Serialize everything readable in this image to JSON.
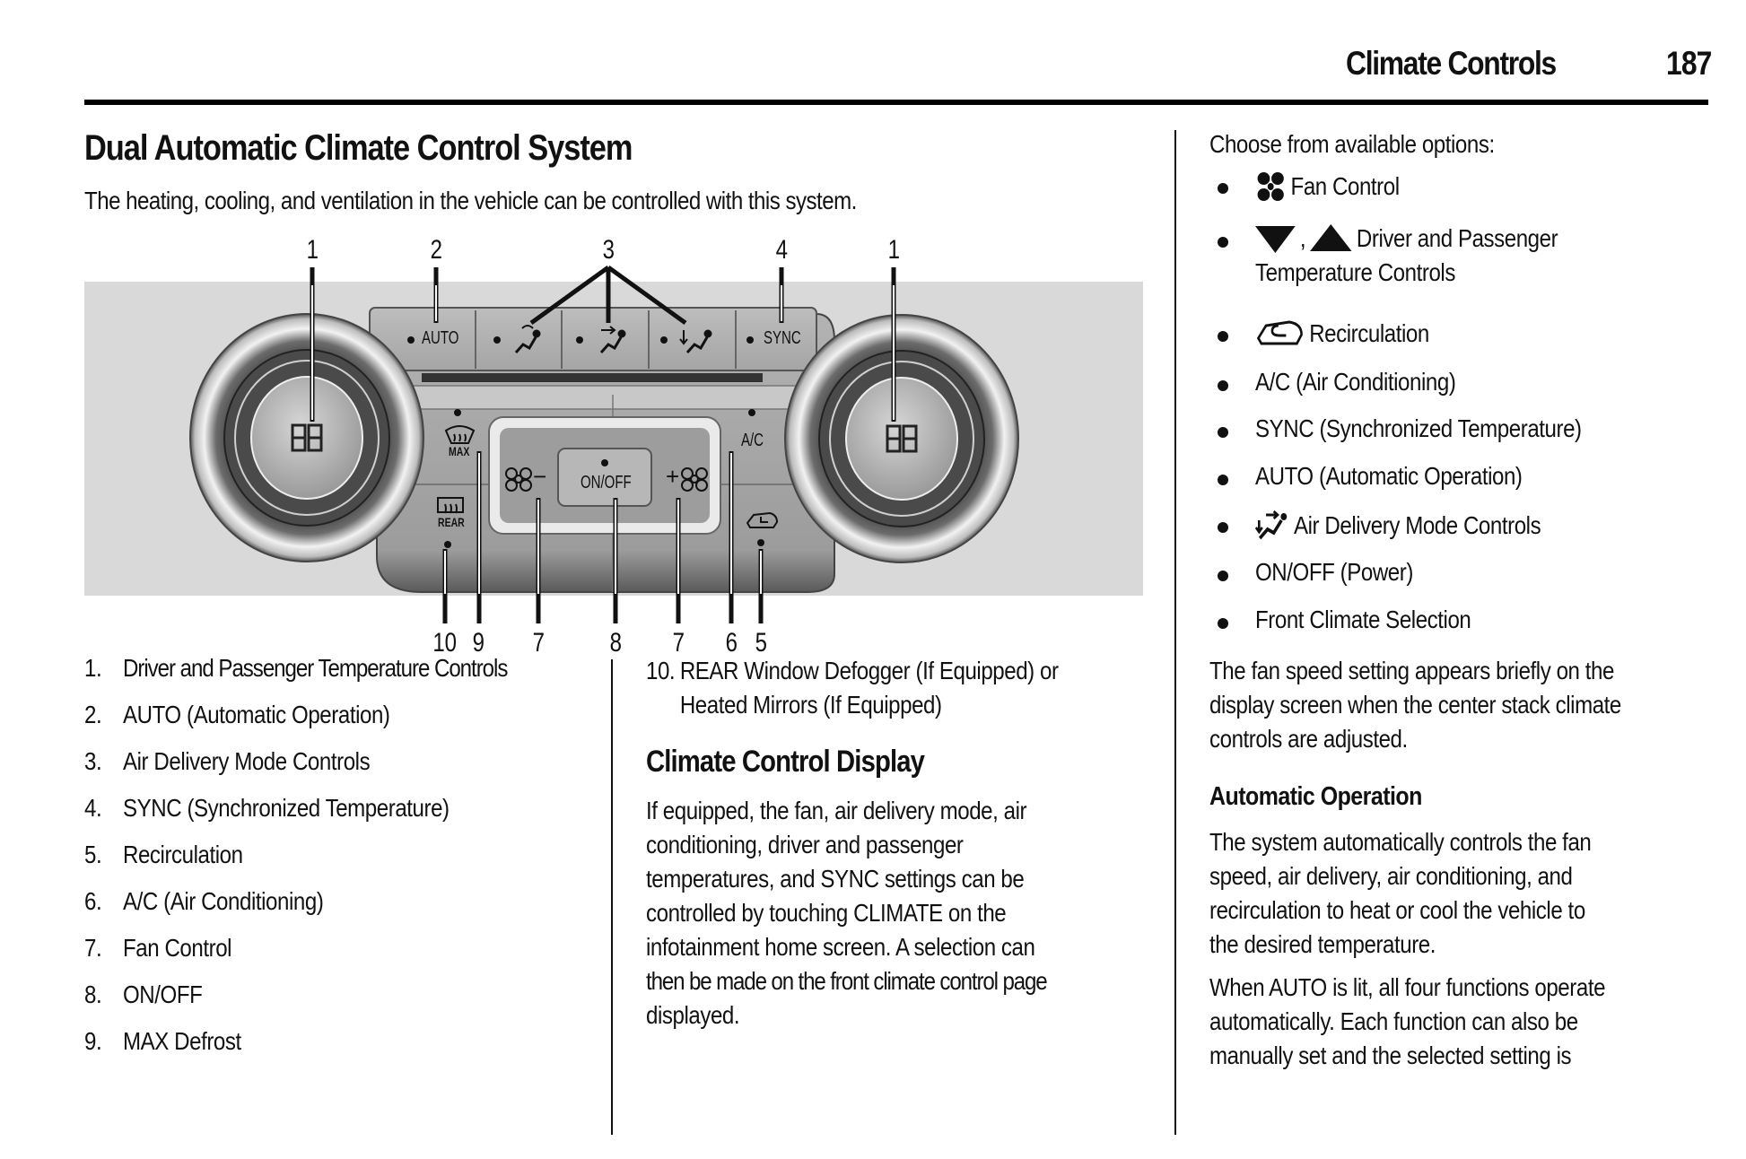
{
  "header": {
    "section": "Climate Controls",
    "page_number": "187"
  },
  "left": {
    "title": "Dual Automatic Climate Control System",
    "intro": "The heating, cooling, and ventilation in the vehicle can be controlled with this system.",
    "diagram": {
      "top_callouts": [
        "1",
        "2",
        "3",
        "4",
        "1"
      ],
      "bottom_callouts": [
        "10",
        "9",
        "7",
        "8",
        "7",
        "6",
        "5"
      ],
      "buttons": {
        "auto": "AUTO",
        "sync": "SYNC",
        "ac": "A/C",
        "on_off": "ON/OFF",
        "max": "MAX",
        "rear": "REAR",
        "fan_minus": "−",
        "fan_plus": "+"
      },
      "display_left": "88",
      "display_right": "88"
    },
    "legend": [
      {
        "num": "1.",
        "text": "Driver and Passenger Temperature Controls"
      },
      {
        "num": "2.",
        "text": "AUTO (Automatic Operation)"
      },
      {
        "num": "3.",
        "text": "Air Delivery Mode Controls"
      },
      {
        "num": "4.",
        "text": "SYNC (Synchronized Temperature)"
      },
      {
        "num": "5.",
        "text": "Recirculation"
      },
      {
        "num": "6.",
        "text": "A/C (Air Conditioning)"
      },
      {
        "num": "7.",
        "text": "Fan Control"
      },
      {
        "num": "8.",
        "text": "ON/OFF"
      },
      {
        "num": "9.",
        "text": "MAX Defrost"
      }
    ]
  },
  "middle": {
    "legend_10": {
      "num": "10.",
      "line1": "REAR Window Defogger (If Equipped) or",
      "line2": "Heated Mirrors (If Equipped)"
    },
    "heading": "Climate Control Display",
    "paragraph_lines": [
      "If equipped, the fan, air delivery mode, air",
      "conditioning, driver and passenger",
      "temperatures, and SYNC settings can be",
      "controlled by touching CLIMATE on the",
      "infotainment home screen. A selection can",
      "then be made on the front climate control page",
      "displayed."
    ]
  },
  "right": {
    "intro": "Choose from available options:",
    "options": [
      {
        "icon": "fan-icon",
        "text": "Fan Control"
      },
      {
        "icon": "temp-arrows-icon",
        "sep": ",",
        "text": "Driver and Passenger",
        "text2": "Temperature Controls"
      },
      {
        "icon": "recirculation-icon",
        "text": "Recirculation"
      },
      {
        "text": "A/C (Air Conditioning)"
      },
      {
        "text": "SYNC (Synchronized Temperature)"
      },
      {
        "text": "AUTO (Automatic Operation)"
      },
      {
        "icon": "air-delivery-icon",
        "text": "Air Delivery Mode Controls"
      },
      {
        "text": "ON/OFF (Power)"
      },
      {
        "text": "Front Climate Selection"
      }
    ],
    "fan_para": [
      "The fan speed setting appears briefly on the",
      "display screen when the center stack climate",
      "controls are adjusted."
    ],
    "auto_heading": "Automatic Operation",
    "auto_para1": [
      "The system automatically controls the fan",
      "speed, air delivery, air conditioning, and",
      "recirculation to heat or cool the vehicle to",
      "the desired temperature."
    ],
    "auto_para2": [
      "When AUTO is lit, all four functions operate",
      "automatically. Each function can also be",
      "manually set and the selected setting is"
    ]
  }
}
